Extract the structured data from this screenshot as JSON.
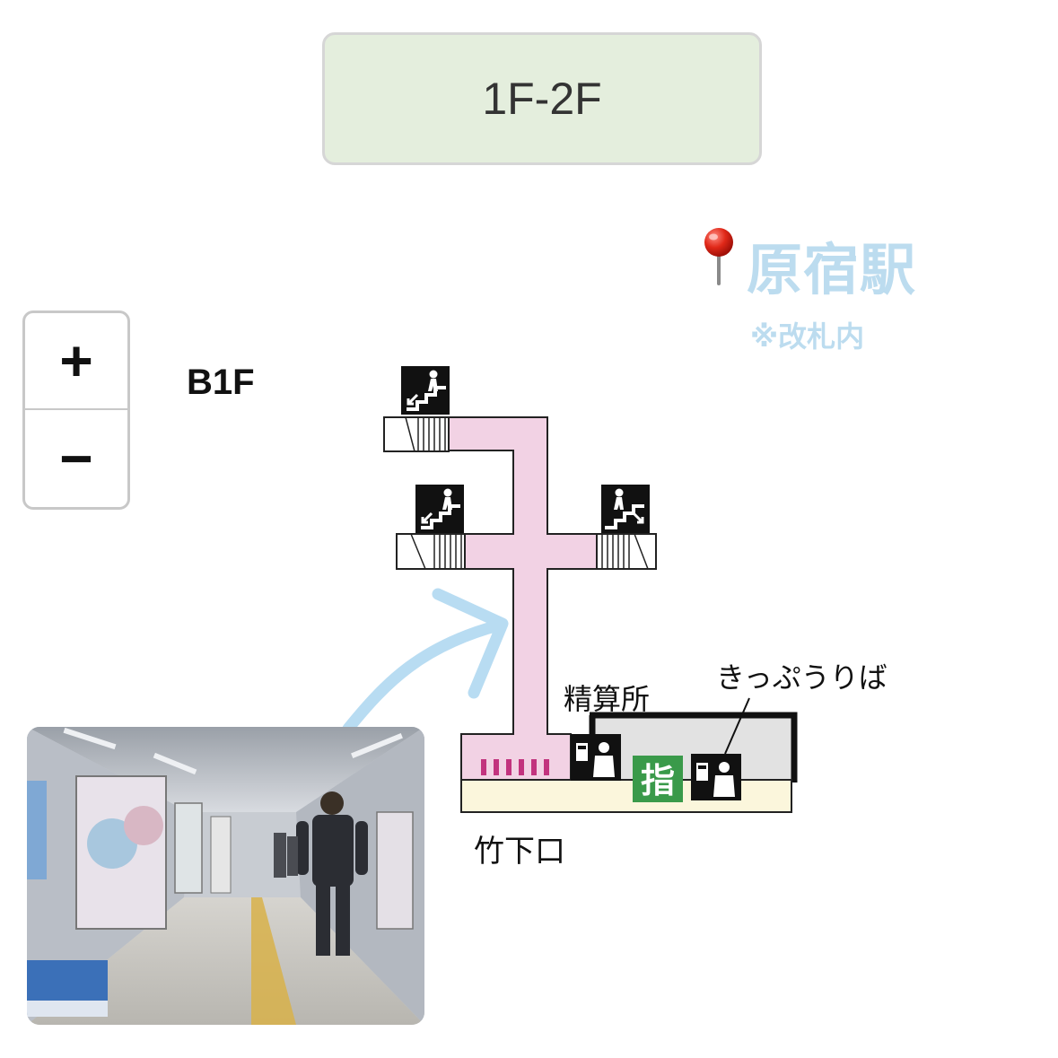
{
  "floor_selector": {
    "label": "1F-2F"
  },
  "header": {
    "title": "原宿駅",
    "note": "※改札内"
  },
  "zoom": {
    "in_label": "+",
    "out_label": "−"
  },
  "map": {
    "floor_label": "B1F",
    "labels": {
      "fare_adjustment": "精算所",
      "ticket_office": "きっぷうりば",
      "exit": "竹下口",
      "reserved_seat_mark": "指"
    }
  },
  "colors": {
    "corridor": "#f2d2e4",
    "gate": "#c2337e",
    "exit_strip": "#fbf6dc",
    "ticket_area": "#e2e2e2",
    "reserved_green": "#3a9a4a",
    "arrow": "#b8dcf2",
    "floor_button": "#e4eedd",
    "title": "#bcdcef"
  },
  "icons": [
    "map-pin-icon",
    "stairs-up-icon",
    "ticket-machine-icon"
  ]
}
